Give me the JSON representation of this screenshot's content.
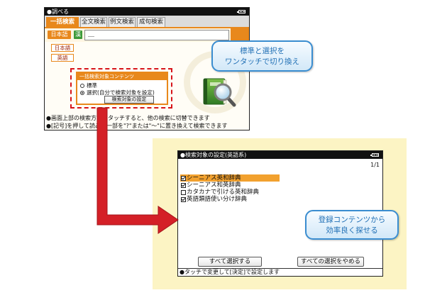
{
  "top_screen": {
    "title": "●調べる",
    "tabs": [
      {
        "label": "一括検索",
        "active": true
      },
      {
        "label": "全文検索",
        "active": false
      },
      {
        "label": "例文検索",
        "active": false
      },
      {
        "label": "成句検索",
        "active": false
      }
    ],
    "input_language_button": "日本語",
    "kanji_button": "漢",
    "search": {
      "value": "＿"
    },
    "side_language_buttons": [
      "日本語",
      "英語"
    ],
    "contents_panel": {
      "header": "一括検索対象コンテンツ",
      "options": [
        {
          "label": "標準",
          "selected": false
        },
        {
          "label": "選択(自分で検索対象を設定)",
          "selected": true
        }
      ],
      "settings_button": "検索対象の設定"
    },
    "hints": [
      "●画面上部の検索方法をタッチすると、他の検索に切替できます",
      "●[記号]を押して読みの一部を\"?\"または\"～\"に置き換えて検索できます"
    ]
  },
  "top_callout": [
    "標準と選択を",
    "ワンタッチで切り換え"
  ],
  "bottom_screen": {
    "title": "●検索対象の設定(英語系)",
    "page_indicator": "1/1",
    "items": [
      {
        "label": "シーニアス英和辞典",
        "checked": true,
        "highlighted": true
      },
      {
        "label": "シーニアス和英辞典",
        "checked": true,
        "highlighted": false
      },
      {
        "label": "カタカナで引ける英和辞典",
        "checked": false,
        "highlighted": false
      },
      {
        "label": "英語類語使い分け辞典",
        "checked": true,
        "highlighted": false
      }
    ],
    "select_all_button": "すべて選択する",
    "deselect_all_button": "すべての選択をやめる",
    "footer": "●タッチで変更して[決定]で設定します"
  },
  "bottom_callout": [
    "登録コンテンツから",
    "効率良く探せる"
  ],
  "icons": {
    "battery": "battery-icon",
    "dictionary": "dictionary-search-icon",
    "arrow": "arrow-right-icon"
  },
  "colors": {
    "orange": "#e8881c",
    "arrow_red": "#d42027",
    "callout_blue": "#3a8dd0",
    "callout_text": "#1f6fb5",
    "panel_yellow": "#fcf4c4",
    "row_highlight": "#f2a12e",
    "kanji_green": "#3d9a3a",
    "dashed_red": "#d7141a"
  }
}
